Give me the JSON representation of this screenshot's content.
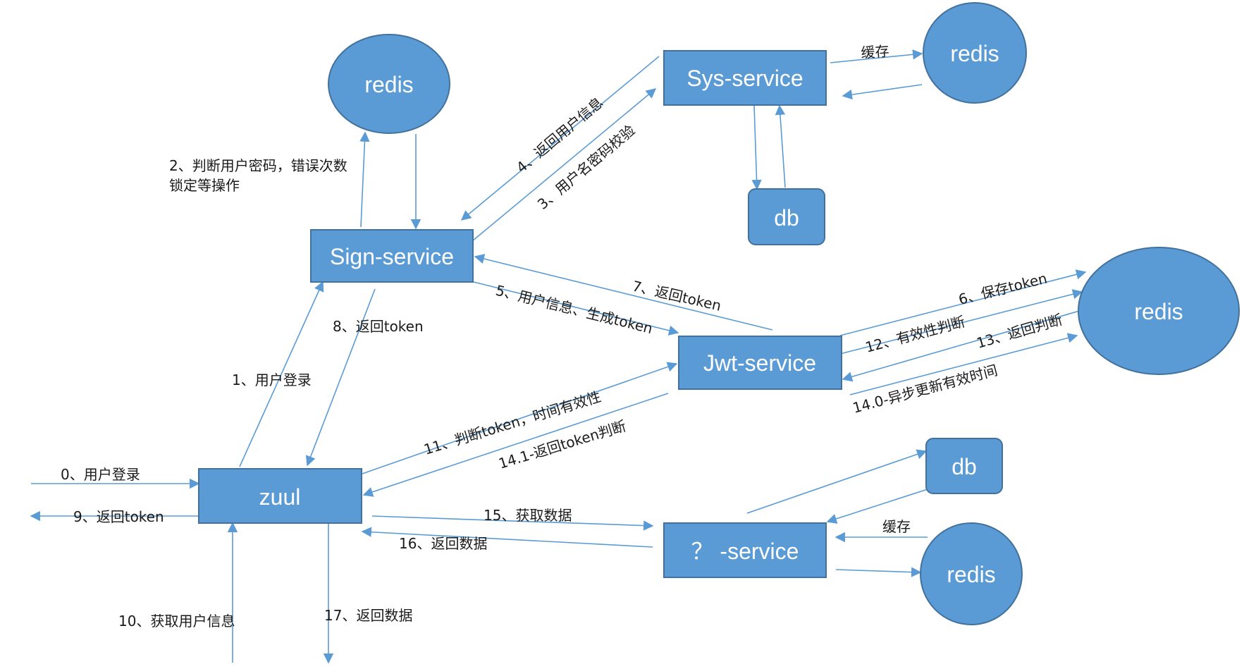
{
  "nodes": {
    "sign_service": "Sign-service",
    "sys_service": "Sys-service",
    "jwt_service": "Jwt-service",
    "zuul": "zuul",
    "unknown_service": "？ -service",
    "redis_sign": "redis",
    "redis_sys": "redis",
    "redis_jwt": "redis",
    "redis_unknown": "redis",
    "db_sys": "db",
    "db_unknown": "db"
  },
  "edges": {
    "e0": "0、用户登录",
    "e1": "1、用户登录",
    "e2_line1": "2、判断用户密码，错误次数",
    "e2_line2": "锁定等操作",
    "e3": "3、用户名密码校验",
    "e4": "4、返回用户信息",
    "e5": "5、用户信息、生成token",
    "e6": "6、保存token",
    "e7": "7、返回token",
    "e8": "8、返回token",
    "e9": "9、返回token",
    "e10": "10、获取用户信息",
    "e11": "11、判断token，时间有效性",
    "e12": "12、有效性判断",
    "e13": "13、返回判断",
    "e14_0": "14.0-异步更新有效时间",
    "e14_1": "14.1-返回token判断",
    "e15": "15、获取数据",
    "e16": "16、返回数据",
    "e17": "17、返回数据",
    "cache_sys": "缓存",
    "cache_unknown": "缓存"
  },
  "colors": {
    "node_fill": "#5b9bd5",
    "node_stroke": "#41719c",
    "edge": "#5b9bd5",
    "label_text": "#1a1a1a"
  }
}
